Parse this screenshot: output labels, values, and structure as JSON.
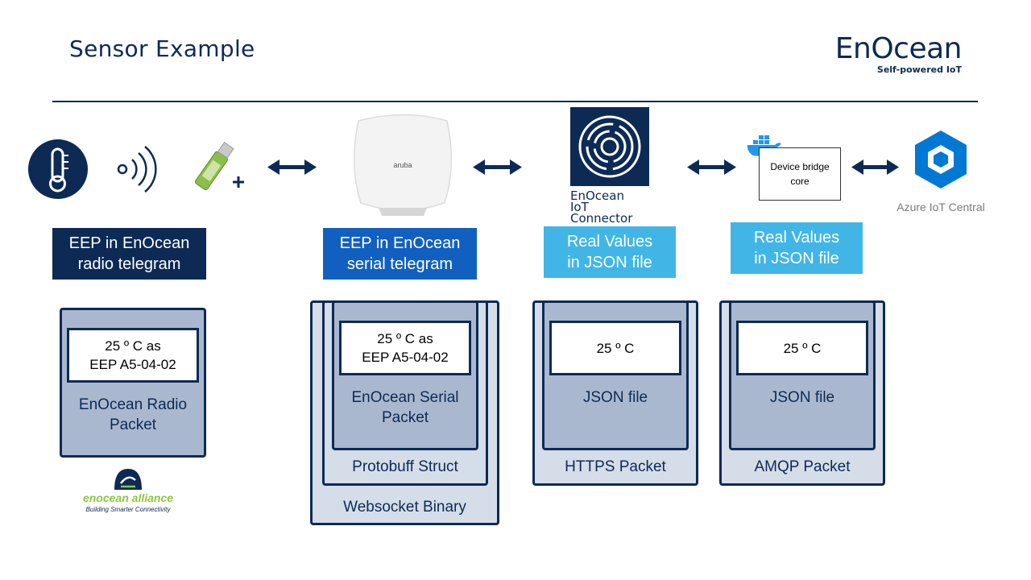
{
  "slide": {
    "title": "Sensor Example",
    "brand": {
      "name": "EnOcean",
      "tagline": "Self-powered IoT"
    }
  },
  "devices": {
    "iot_connector_label": "EnOcean\nIoT Connector",
    "bridge_label": "Device bridge\ncore",
    "azure_label": "Azure IoT Central",
    "alliance_name": "enocean alliance",
    "alliance_tagline": "Building Smarter Connectivity",
    "ap_brand": "aruba"
  },
  "stages": [
    {
      "label": "EEP in EnOcean\nradio telegram",
      "color": "#0d2a55"
    },
    {
      "label": "EEP in EnOcean\nserial telegram",
      "color": "#1160c0"
    },
    {
      "label": "Real Values\nin JSON file",
      "color": "#41b6e6"
    },
    {
      "label": "Real Values\nin JSON file",
      "color": "#41b6e6"
    }
  ],
  "packets": {
    "radio": {
      "value": "25 º C as\nEEP A5-04-02",
      "inner": "EnOcean Radio\nPacket"
    },
    "serial": {
      "value": "25 º C as\nEEP A5-04-02",
      "inner": "EnOcean Serial\nPacket",
      "middle": "Protobuff Struct",
      "outer": "Websocket Binary"
    },
    "https": {
      "value": "25 º C",
      "inner": "JSON file",
      "outer": "HTTPS  Packet"
    },
    "amqp": {
      "value": "25 º C",
      "inner": "JSON file",
      "outer": "AMQP  Packet"
    }
  },
  "colors": {
    "navy": "#0d2a55",
    "blue": "#1160c0",
    "light_blue": "#41b6e6",
    "packet_fill": "#aab8cf",
    "packet_fill_light": "#d5dde9"
  }
}
